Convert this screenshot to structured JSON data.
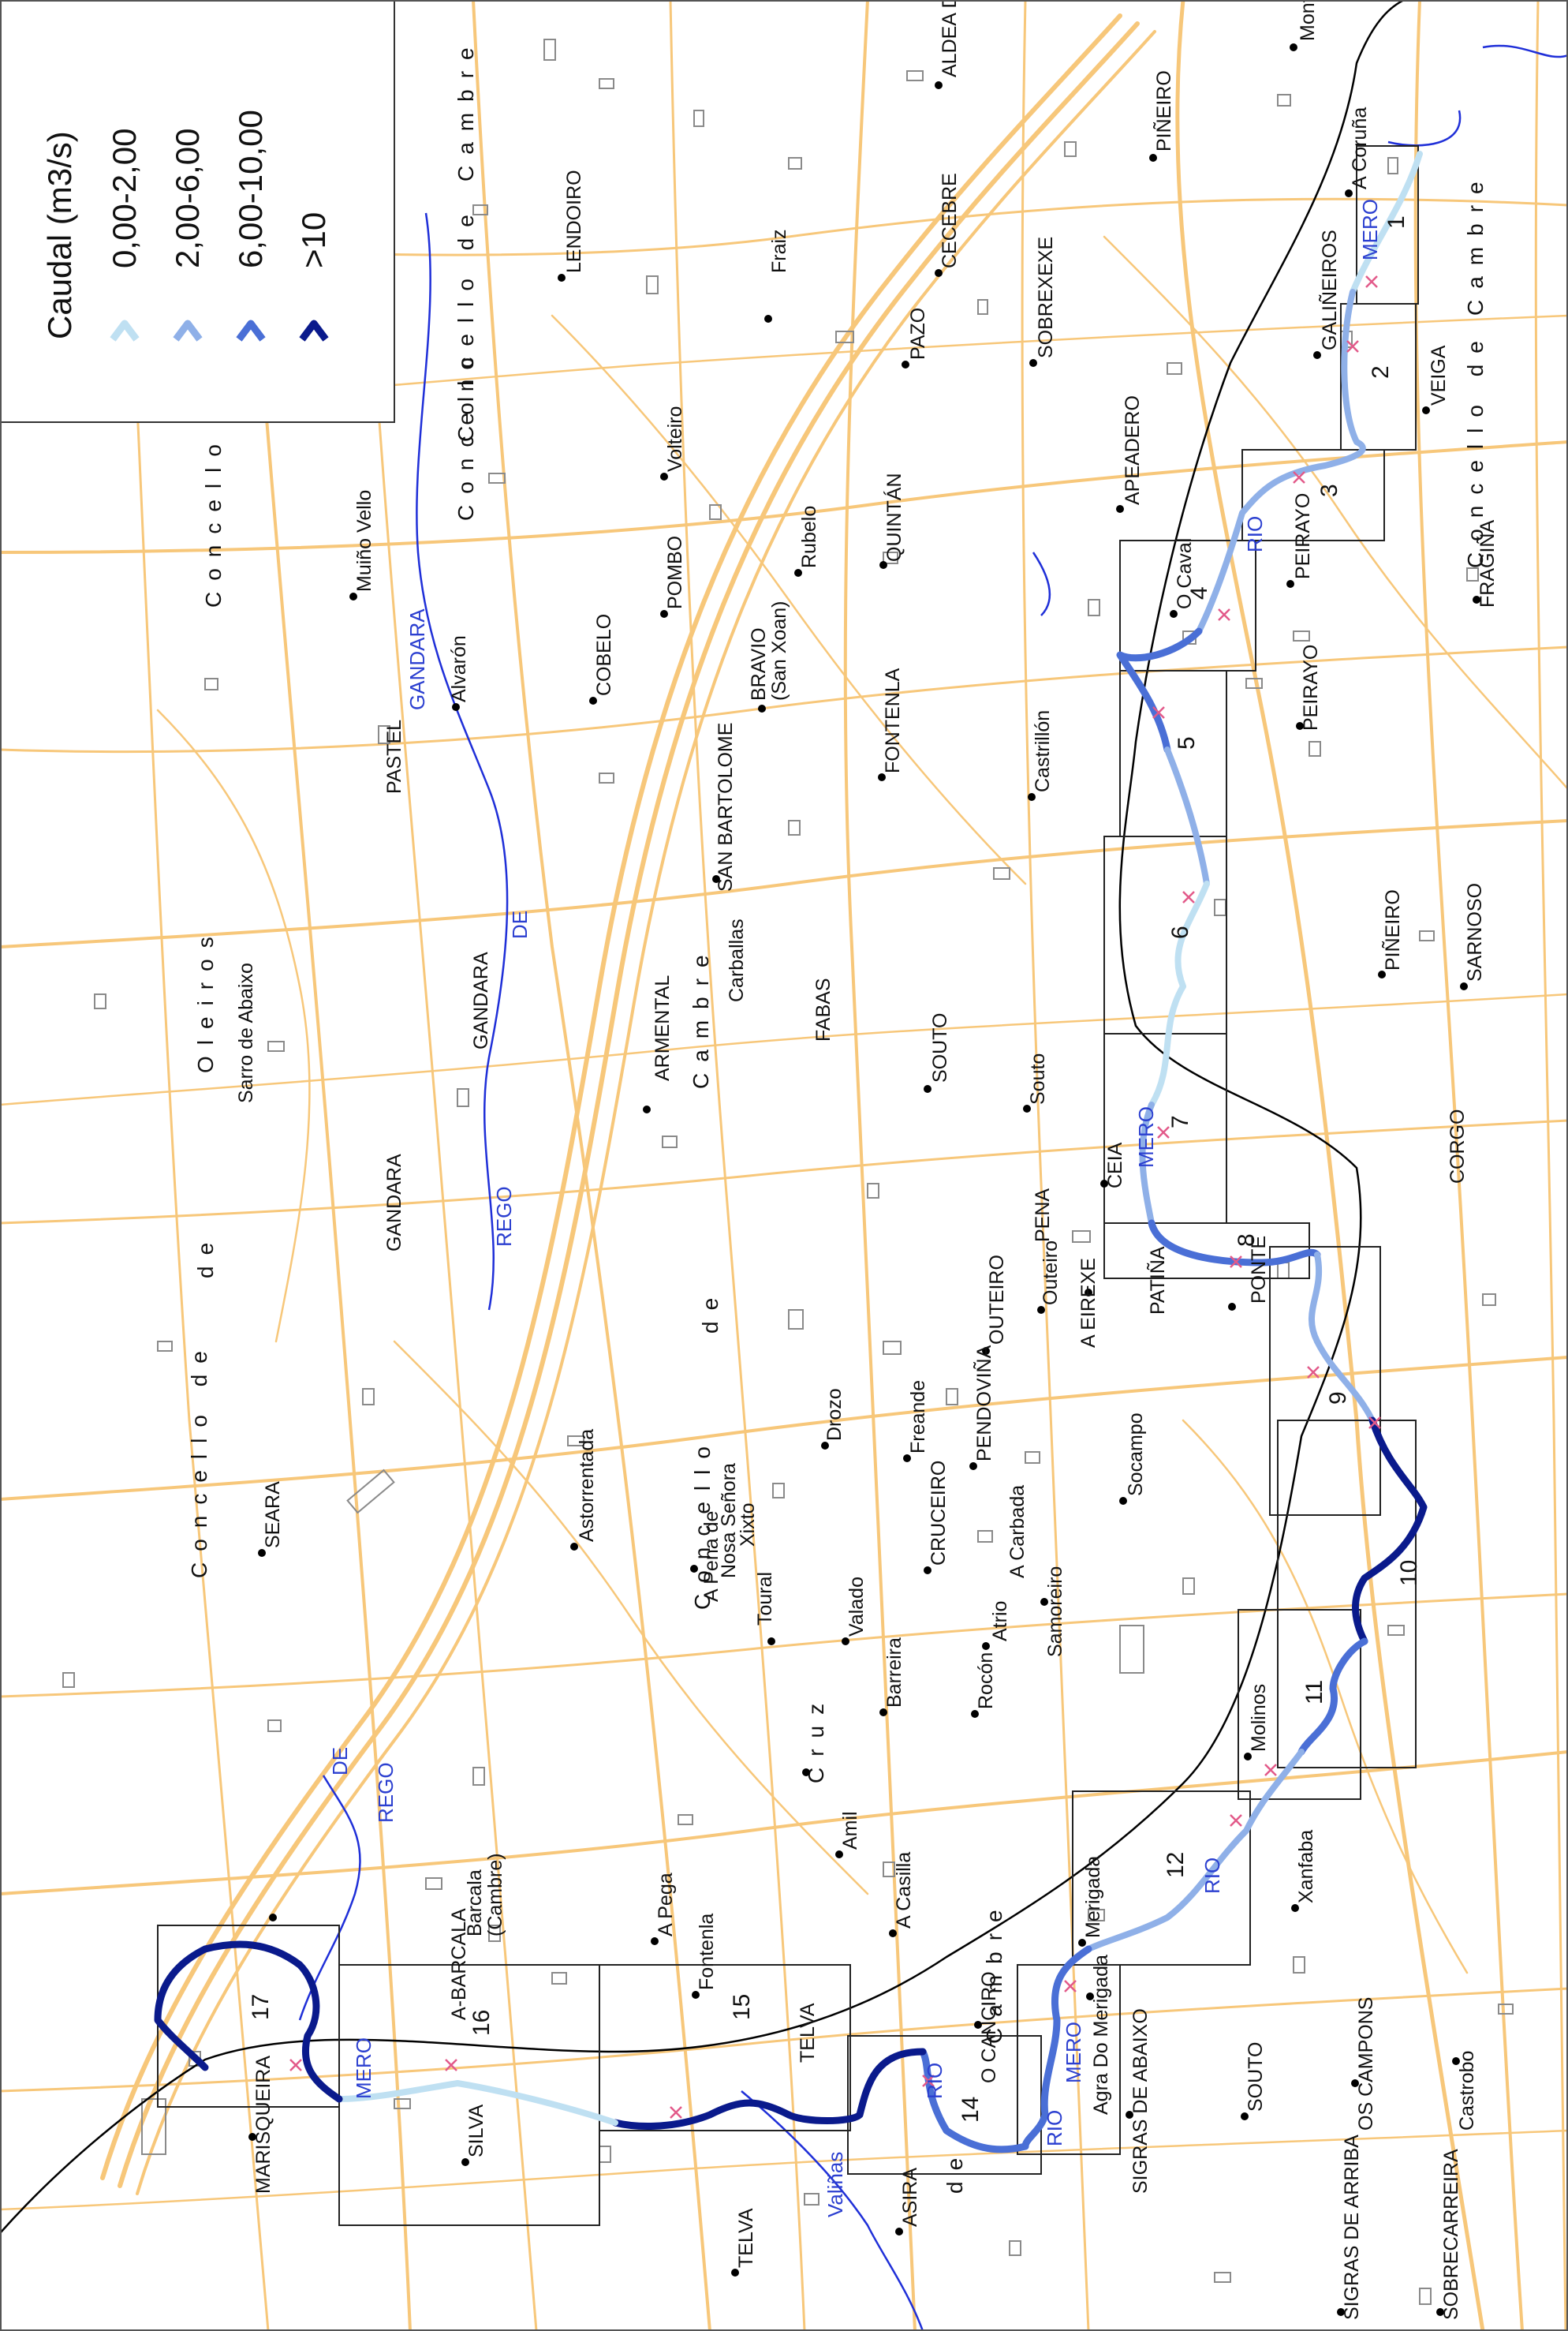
{
  "legend": {
    "title": "Caudal (m3/s)",
    "classes": [
      {
        "label": "0,00-2,00",
        "color": "#bfe0f2"
      },
      {
        "label": "2,00-6,00",
        "color": "#8fb0e8"
      },
      {
        "label": "6,00-10,00",
        "color": "#4a6fd6"
      },
      {
        "label": ">10",
        "color": "#0a1a8c"
      }
    ]
  },
  "colors": {
    "road": "#f7c77a",
    "building": "#8a8a8a",
    "stream": "#1f2fd8",
    "railway": "#000000",
    "segment_box": "#222222",
    "cross_marker": "#e25a8a"
  },
  "places": {
    "montes": "Montes",
    "aldea": "ALDEA D",
    "pineiro_top": "PIÑEIRO",
    "a_coruna": "A Coruña",
    "lendoiro": "LENDOIRO",
    "fraiz": "Fraiz",
    "cecebre": "CECEBRE",
    "sobrexexe": "SOBREXEXE",
    "pazo": "PAZO",
    "galineiros": "GALIÑEIROS",
    "veiga": "VEIGA",
    "volteiro": "Volteiro",
    "apeadero": "APEADERO",
    "quintan": "QUINTÁN",
    "rubelo": "Rubelo",
    "pombo": "POMBO",
    "muino_vello": "Muiño Vello",
    "peirayo_1": "PEIRAYO",
    "o_caval": "O Caval",
    "fragina": "FRAGIÑA",
    "cobelo": "COBELO",
    "bravio": "BRAVIO",
    "san_xoan": "(San Xoan)",
    "alvaron": "Alvarón",
    "fontenla_n": "FONTENLA",
    "peirayo_2": "PEIRAYO",
    "pastel": "PASTEL",
    "castrillon": "Castrillón",
    "san_bartolome": "SAN BARTOLOME",
    "pineiro_right": "PIÑEIRO",
    "sarnoso": "SARNOSO",
    "sarro_abaixo": "Sarro de Abaixo",
    "gandara_1": "GANDARA",
    "armental": "ARMENTAL",
    "carballas": "Carballas",
    "fabas": "FABAS",
    "souto_1": "SOUTO",
    "souto_2": "Souto",
    "ceia": "CEIA",
    "corgo": "CORGO",
    "gandara_2": "GANDARA",
    "pena": "PENA",
    "outeiro_1": "OUTEIRO",
    "outeiro_2": "Outeiro",
    "a_eirexe": "A EIREXE",
    "patina": "PATIÑA",
    "ponte": "PONTE",
    "astorrentada": "Astorrentada",
    "drozo": "Drozo",
    "freande": "Freande",
    "pendovina": "PENDOVIÑA",
    "socampo": "Socampo",
    "a_pena_de": "A Pena de",
    "nosa_senora": "Nosa Señora",
    "xixto": "Xixto",
    "seara": "SEARA",
    "cruceiro": "CRUCEIRO",
    "a_carbada": "A Carbada",
    "toural": "Toural",
    "valado": "Valado",
    "samoreiro": "Samoreiro",
    "atrio": "Atrio",
    "rocon": "Rocón",
    "barreira": "Barreira",
    "molinos": "Molinos",
    "amil": "Amil",
    "xanfaba": "Xanfaba",
    "a_casilla": "A Casilla",
    "a_pega": "A Pega",
    "barcala": "Barcala",
    "cambre_paren": "(Cambre)",
    "a_barcala": "A-BARCALA",
    "fontenla_s": "Fontenla",
    "merigada": "Merigada",
    "agra": "Agra Do Merigada",
    "o_cancio": "O CANCIRO",
    "sigras_abaixo": "SIGRAS DE ABAIXO",
    "os_campons": "OS CAMPONS",
    "castrobo": "Castrobo",
    "marisqueira": "MARISQUEIRA",
    "silva": "SILVA",
    "telva_1": "TELVA",
    "telva_2": "TELVA",
    "asira": "ASIRA",
    "souto_3": "SOUTO",
    "sigras_arriba": "SIGRAS DE ARRIBA",
    "sobrecarreira": "SOBRECARREIRA"
  },
  "rivers": {
    "mero_1": "MERO",
    "rio_1": "RIO",
    "mero_2": "MERO",
    "rio_2": "RIO",
    "mero_3": "MERO",
    "rio_3": "RIO",
    "mero_4": "MERO",
    "rio_4": "RIO",
    "gandara": "GANDARA",
    "rego_1": "REGO",
    "de_1": "DE",
    "rego_2": "REGO",
    "de_2": "DE",
    "valinas": "Valiñas"
  },
  "admin": {
    "cambre_1": "Cambre",
    "concello_1": "Concello de",
    "concello_2": "Concello",
    "concello_3": "Concello d",
    "oleiros": "Oleiros",
    "de_1": "de",
    "concello_4": "Concello de",
    "cambre_2": "Cambre",
    "de_2": "de",
    "concello_5": "Concello",
    "cruz": "Cruz",
    "cambre_3": "Cambre",
    "cambre_4": "Cambre",
    "concello_6": "Concello de",
    "de_3": "de"
  },
  "segments": [
    "1",
    "2",
    "3",
    "4",
    "5",
    "6",
    "7",
    "8",
    "9",
    "10",
    "11",
    "12",
    "14",
    "15",
    "16",
    "17"
  ]
}
